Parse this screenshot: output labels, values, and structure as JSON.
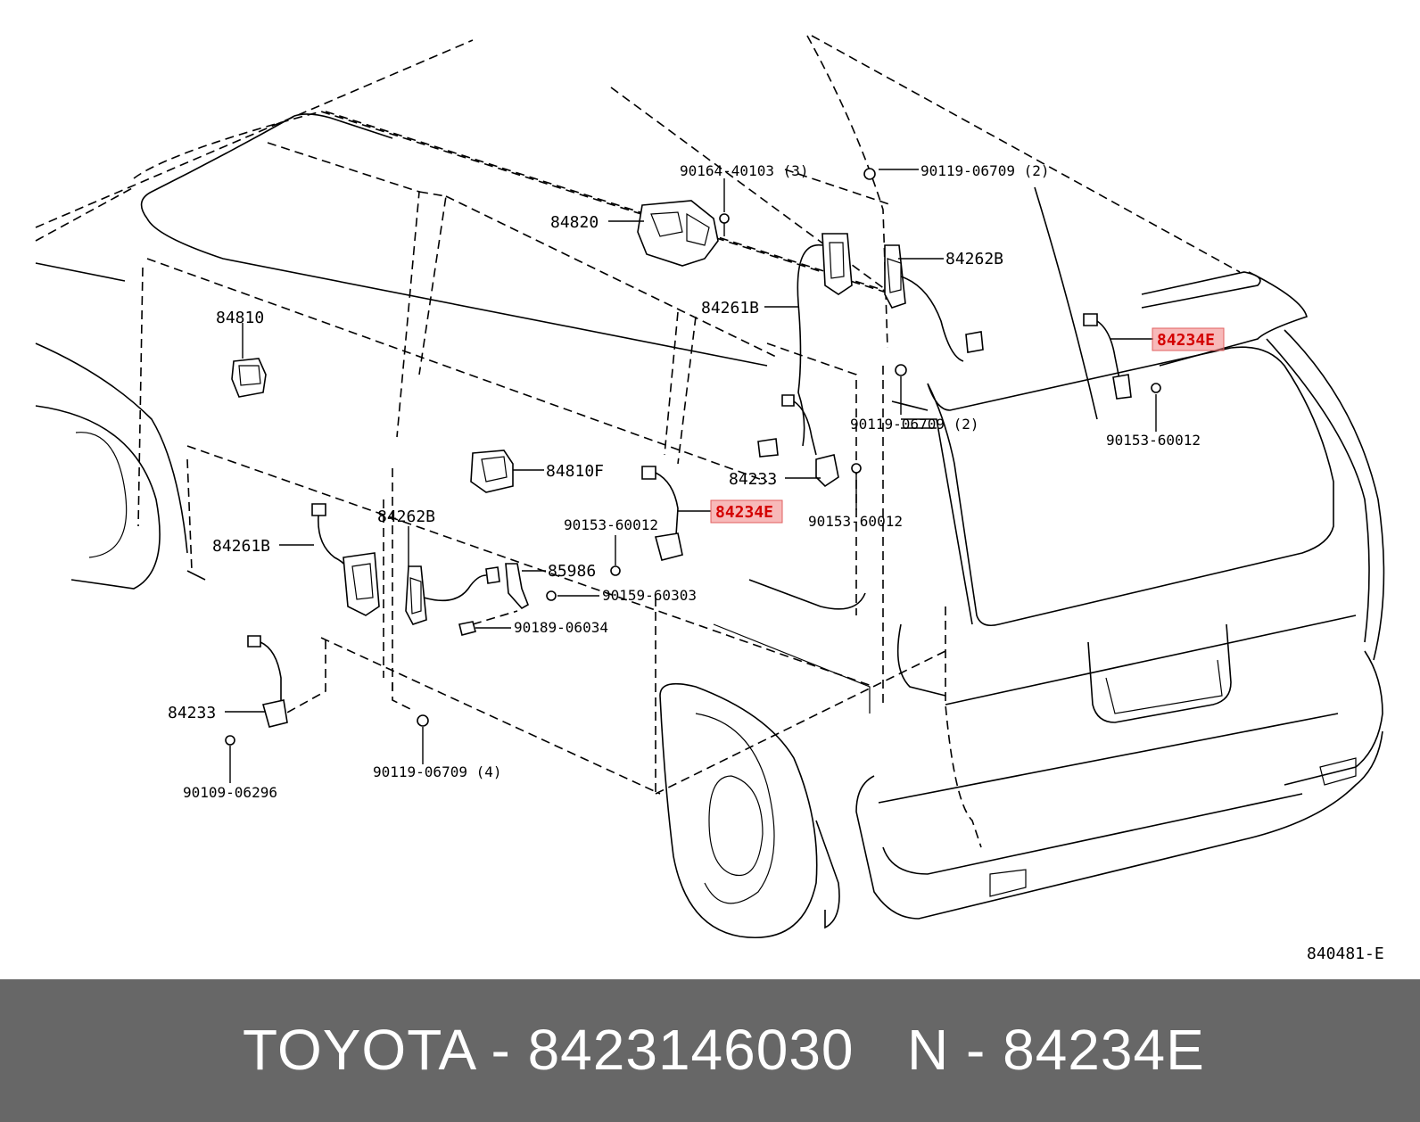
{
  "diagram": {
    "code": "840481-E",
    "labels": {
      "l1": "90164-40103 (3)",
      "l2": "90119-06709 (2)",
      "l3": "84820",
      "l4": "84262B",
      "l5": "84261B",
      "l6": "84810",
      "l7": "84234E",
      "l8": "90119-06709 (2)",
      "l9": "90153-60012",
      "l10": "84810F",
      "l11": "84233",
      "l12": "84234E",
      "l13": "90153-60012",
      "l14": "90153-60012",
      "l15": "84261B",
      "l16": "84262B",
      "l17": "85986",
      "l18": "90159-60303",
      "l19": "90189-06034",
      "l20": "84233",
      "l21": "90119-06709 (4)",
      "l22": "90109-06296"
    },
    "highlight_color": "#f08080"
  },
  "footer": {
    "left": "TOYOTA - 8423146030",
    "right": "N - 84234E",
    "background": "#676767"
  }
}
